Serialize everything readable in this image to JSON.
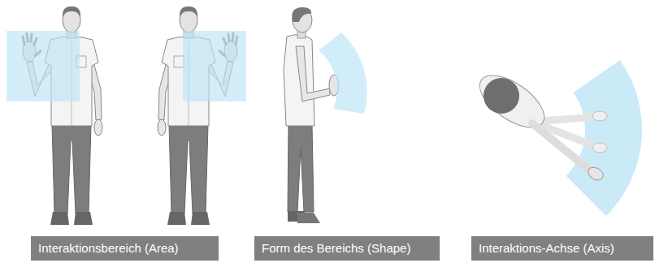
{
  "diagram": {
    "nodes": [
      {
        "text": [
          "Interaktionsbereich (Area)"
        ]
      },
      {
        "text": [
          "Form des Bereichs (Shape)"
        ]
      },
      {
        "text": [
          "Interaktions-Achse (Axis)"
        ]
      }
    ]
  }
}
